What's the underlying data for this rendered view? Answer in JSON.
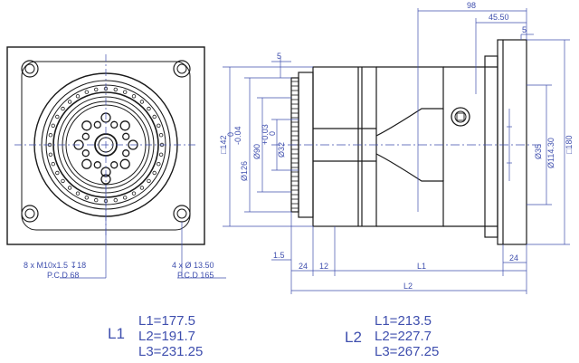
{
  "front_view": {
    "callout_bolts_line1": "8 x M10x1.5 ↧18",
    "callout_bolts_line2": "P.C.D 68",
    "callout_holes_line1": "4 x Ø 13.50",
    "callout_holes_line2": "P.C.D 165"
  },
  "side_view": {
    "dim_98": "98",
    "dim_45_50": "45.50",
    "dim_5_top_right": "5",
    "dim_5_top_left": "5",
    "dim_sq142": "□142",
    "dim_d126": "Ø126",
    "dim_d126_tol_upper": "0",
    "dim_d126_tol_lower": "-0.04",
    "dim_d90": "Ø90",
    "dim_d32": "Ø32",
    "dim_d32_tol_upper": "+0.03",
    "dim_d32_tol_lower": "0",
    "dim_d35": "Ø35",
    "dim_d114": "Ø114.30",
    "dim_sq180": "□180",
    "dim_1_5": "1.5",
    "dim_24_left": "24",
    "dim_12": "12",
    "dim_L1": "L1",
    "dim_24_right": "24",
    "dim_L2": "L2"
  },
  "specs": {
    "group1_label": "L1",
    "group1_l1": "L1=177.5",
    "group1_l2": "L2=191.7",
    "group1_l3": "L3=231.25",
    "group2_label": "L2",
    "group2_l1": "L1=213.5",
    "group2_l2": "L2=227.7",
    "group2_l3": "L3=267.25"
  },
  "colors": {
    "outline": "#1a1a1a",
    "dimension": "#3f4fae",
    "background": "#ffffff"
  }
}
